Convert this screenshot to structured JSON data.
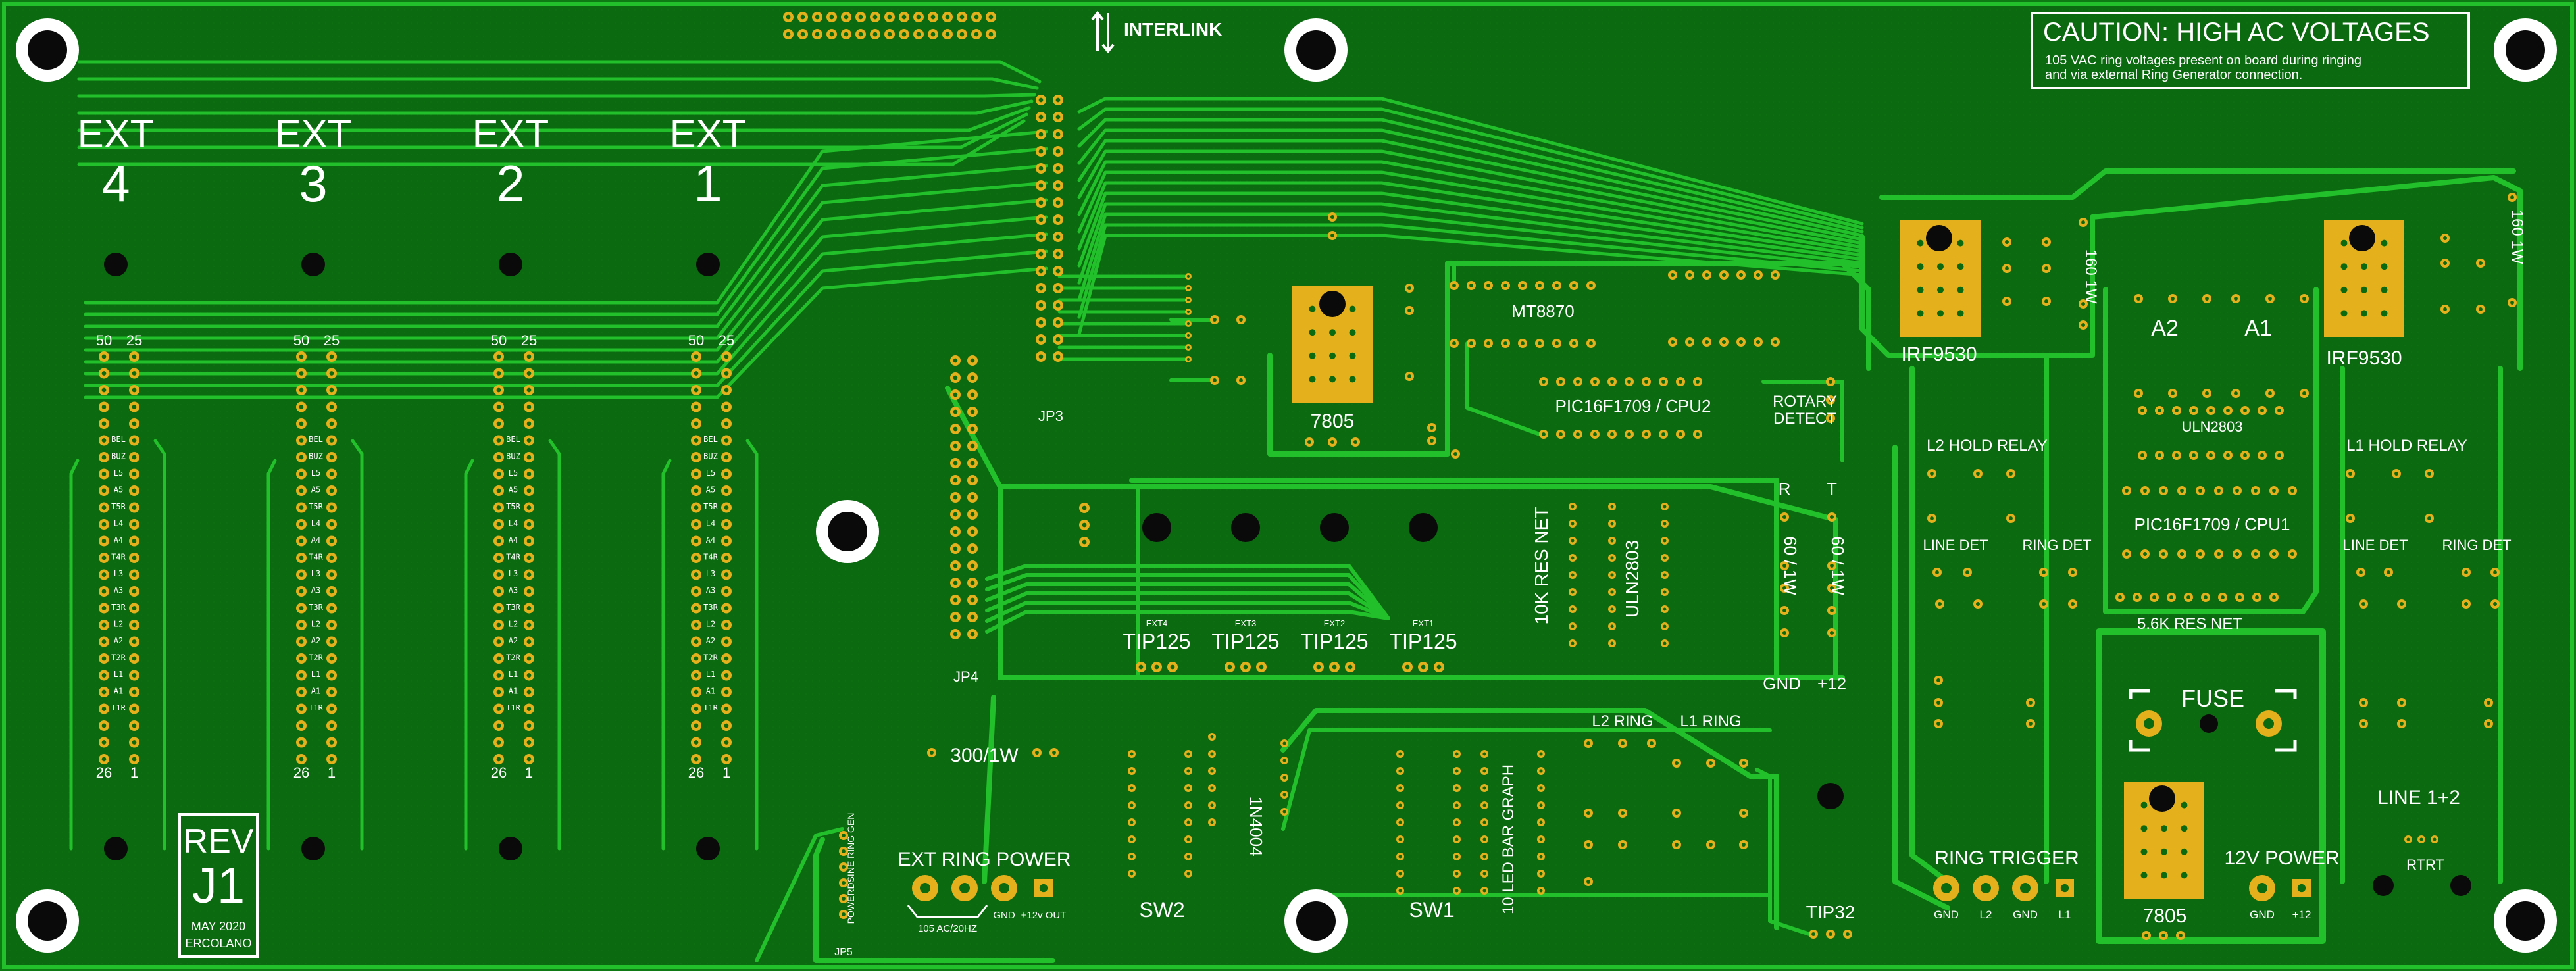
{
  "board": {
    "colors": {
      "substrate": "#0e7a14",
      "copper_pour": "#0b6a10",
      "trace": "#22c02a",
      "silkscreen": "#ffffff",
      "pad_gold": "#e4b01c",
      "drill": "#0a0a0a"
    },
    "interlink_label": "INTERLINK",
    "caution": {
      "title": "CAUTION: HIGH AC VOLTAGES",
      "line1": "105 VAC ring voltages present on board during ringing",
      "line2": "and via external Ring Generator connection."
    },
    "ext_channels": [
      {
        "label": "EXT",
        "number": "4",
        "pin_top_a": "50",
        "pin_top_b": "25",
        "pin_bot_a": "26",
        "pin_bot_b": "1"
      },
      {
        "label": "EXT",
        "number": "3",
        "pin_top_a": "50",
        "pin_top_b": "25",
        "pin_bot_a": "26",
        "pin_bot_b": "1"
      },
      {
        "label": "EXT",
        "number": "2",
        "pin_top_a": "50",
        "pin_top_b": "25",
        "pin_bot_a": "26",
        "pin_bot_b": "1"
      },
      {
        "label": "EXT",
        "number": "1",
        "pin_top_a": "50",
        "pin_top_b": "25",
        "pin_bot_a": "26",
        "pin_bot_b": "1"
      }
    ],
    "connector_pin_labels": [
      "BEL",
      "BUZ",
      "L5",
      "A5",
      "T5R",
      "L4",
      "A4",
      "T4R",
      "L3",
      "A3",
      "T3R",
      "L2",
      "A2",
      "T2R",
      "L1",
      "A1",
      "T1R"
    ],
    "revision": {
      "rev": "REV",
      "code": "J1",
      "date": "MAY 2020",
      "author": "ERCOLANO"
    },
    "labels": {
      "jp3": "JP3",
      "jp4": "JP4",
      "jp5": "JP5",
      "reg_7805_top": "7805",
      "mt8870": "MT8870",
      "pic_cpu2": "PIC16F1709 / CPU2",
      "rotary": "ROTARY",
      "detect": "DETECT",
      "irf9530_left": "IRF9530",
      "irf9530_right": "IRF9530",
      "r160_left": "160 1W",
      "r160_right": "160 1W",
      "l2_hold": "L2 HOLD RELAY",
      "l1_hold": "L1 HOLD RELAY",
      "a2": "A2",
      "a1": "A1",
      "uln2803_right": "ULN2803",
      "pic_cpu1": "PIC16F1709 / CPU1",
      "line_det_l": "LINE DET",
      "ring_det_l": "RING DET",
      "line_det_r": "LINE DET",
      "ring_det_r": "RING DET",
      "res_net_56": "5.6K RES NET",
      "fuse": "FUSE",
      "r_label": "R",
      "t_label": "T",
      "r_60": "60 / 1W",
      "t_60": "60 / 1W",
      "gnd": "GND",
      "plus12": "+12",
      "res_net_10k": "10K RES NET",
      "uln2803_mid": "ULN2803",
      "tip125": [
        "TIP125",
        "TIP125",
        "TIP125",
        "TIP125"
      ],
      "tip_ext": [
        "EXT4",
        "EXT3",
        "EXT2",
        "EXT1"
      ],
      "r300": "300/1W",
      "ext_ring_power": "EXT RING POWER",
      "ac_label": "105 AC/20HZ",
      "gnd_small": "GND",
      "plus12_out": "+12v OUT",
      "jp5_side": "POWERDSINE RING GEN",
      "sw2": "SW2",
      "d1n4004": "1N4004",
      "sw1": "SW1",
      "led_bar": "10 LED BAR GRAPH",
      "l2_ring": "L2 RING",
      "l1_ring": "L1 RING",
      "tip32": "TIP32",
      "ring_trigger": "RING TRIGGER",
      "rt_gnd1": "GND",
      "rt_l2": "L2",
      "rt_gnd2": "GND",
      "rt_l1": "L1",
      "reg_7805_bot": "7805",
      "power12": "12V POWER",
      "pw_gnd": "GND",
      "pw_12": "+12",
      "line12": "LINE 1+2",
      "rtrt": "RTRT"
    }
  }
}
